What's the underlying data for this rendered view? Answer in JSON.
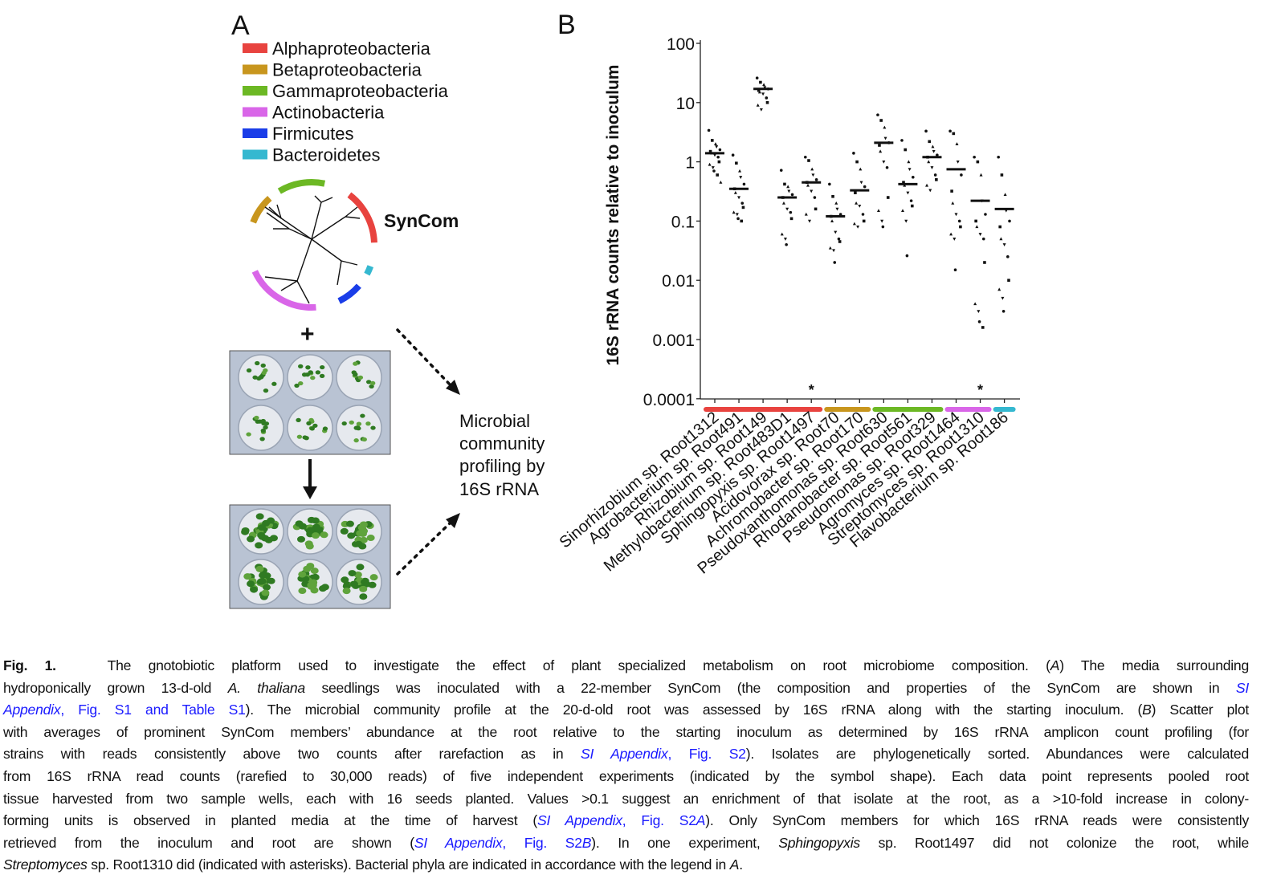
{
  "panel_a": {
    "label": "A",
    "legend": [
      {
        "name": "Alphaproteobacteria",
        "color": "#e8433f"
      },
      {
        "name": "Betaproteobacteria",
        "color": "#c8961e"
      },
      {
        "name": "Gammaproteobacteria",
        "color": "#6cb824"
      },
      {
        "name": "Actinobacteria",
        "color": "#d966e8"
      },
      {
        "name": "Firmicutes",
        "color": "#1a3de8"
      },
      {
        "name": "Bacteroidetes",
        "color": "#35b8d0"
      }
    ],
    "syncom_label": "SynCom",
    "plus": "+",
    "profiling_text": [
      "Microbial",
      "community",
      "profiling by",
      "16S rRNA"
    ]
  },
  "chart_data": {
    "type": "scatter",
    "panel_label": "B",
    "ylabel": "16S rRNA counts relative to inoculum",
    "yscale": "log",
    "ylim": [
      0.0001,
      100
    ],
    "yticks": [
      "100",
      "10",
      "1",
      "0.1",
      "0.01",
      "0.001",
      "0.0001"
    ],
    "ytick_values": [
      100,
      10,
      1,
      0.1,
      0.01,
      0.001,
      0.0001
    ],
    "categories": [
      "Sinorhizobium sp. Root1312",
      "Agrobacterium sp. Root491",
      "Rhizobium sp. Root149",
      "Methylobacterium sp. Root483D1",
      "Sphingopyxis sp. Root1497",
      "Acidovorax sp. Root70",
      "Achromobacter sp. Root170",
      "Pseudoxanthomonas sp. Root630",
      "Rhodanobacter sp. Root561",
      "Pseudomonas sp. Root329",
      "Agromyces sp. Root1464",
      "Streptomyces sp. Root1310",
      "Flavobacterium sp. Root186"
    ],
    "phylum": [
      "Alphaproteobacteria",
      "Alphaproteobacteria",
      "Alphaproteobacteria",
      "Alphaproteobacteria",
      "Alphaproteobacteria",
      "Betaproteobacteria",
      "Betaproteobacteria",
      "Gammaproteobacteria",
      "Gammaproteobacteria",
      "Gammaproteobacteria",
      "Actinobacteria",
      "Actinobacteria",
      "Bacteroidetes"
    ],
    "averages": [
      1.4,
      0.35,
      17,
      0.25,
      0.45,
      0.12,
      0.33,
      2.1,
      0.42,
      1.2,
      0.75,
      0.22,
      0.16
    ],
    "asterisk": [
      "",
      "",
      "",
      "",
      "*",
      "",
      "",
      "",
      "",
      "",
      "",
      "*",
      ""
    ],
    "points": [
      [
        3.4,
        2.3,
        2.0,
        1.8,
        1.6,
        1.5,
        1.4,
        1.3,
        1.2,
        1.0,
        0.9,
        0.8,
        0.7,
        0.6,
        0.45
      ],
      [
        1.3,
        0.95,
        0.7,
        0.55,
        0.42,
        0.35,
        0.3,
        0.25,
        0.2,
        0.17,
        0.14,
        0.13,
        0.11,
        0.1
      ],
      [
        26,
        22,
        20,
        18,
        17,
        16,
        15,
        14,
        12,
        10,
        9,
        7.6
      ],
      [
        0.72,
        0.42,
        0.38,
        0.32,
        0.28,
        0.25,
        0.2,
        0.16,
        0.14,
        0.11,
        0.06,
        0.05,
        0.04
      ],
      [
        1.2,
        1.05,
        0.75,
        0.6,
        0.5,
        0.45,
        0.4,
        0.32,
        0.25,
        0.16,
        0.13,
        0.1
      ],
      [
        0.42,
        0.26,
        0.2,
        0.16,
        0.13,
        0.12,
        0.1,
        0.065,
        0.05,
        0.045,
        0.035,
        0.032,
        0.02
      ],
      [
        1.4,
        1.0,
        0.75,
        0.45,
        0.38,
        0.3,
        0.2,
        0.18,
        0.13,
        0.1,
        0.09,
        0.08
      ],
      [
        6.2,
        5.0,
        3.8,
        2.5,
        2.1,
        1.9,
        1.5,
        1.0,
        0.8,
        0.25,
        0.15,
        0.1,
        0.08
      ],
      [
        2.3,
        1.6,
        1.0,
        0.75,
        0.55,
        0.45,
        0.4,
        0.3,
        0.22,
        0.18,
        0.15,
        0.1,
        0.026
      ],
      [
        3.3,
        2.2,
        1.8,
        1.5,
        1.3,
        1.2,
        1.0,
        0.8,
        0.6,
        0.5,
        0.4,
        0.33
      ],
      [
        3.3,
        3.0,
        2.0,
        1.0,
        0.6,
        0.32,
        0.2,
        0.13,
        0.1,
        0.08,
        0.06,
        0.05,
        0.015
      ],
      [
        1.2,
        1.0,
        0.6,
        0.22,
        0.13,
        0.1,
        0.08,
        0.06,
        0.05,
        0.02,
        0.004,
        0.003,
        0.002,
        0.0016
      ],
      [
        1.2,
        0.6,
        0.28,
        0.15,
        0.1,
        0.08,
        0.05,
        0.04,
        0.025,
        0.01,
        0.007,
        0.005,
        0.003
      ]
    ],
    "grid": false
  },
  "caption": [
    [
      {
        "t": "Fig. 1.",
        "s": "b"
      },
      {
        "t": "   The gnotobiotic platform used to investigate the effect of plant specialized metabolism on root microbiome composition. (",
        "s": ""
      },
      {
        "t": "A",
        "s": "i"
      },
      {
        "t": ") The media surrounding",
        "s": ""
      }
    ],
    [
      {
        "t": "hydroponically grown 13-d-old ",
        "s": ""
      },
      {
        "t": "A. thaliana",
        "s": "i"
      },
      {
        "t": " seedlings was inoculated with a 22-member SynCom (the composition and properties of the SynCom are shown in ",
        "s": ""
      },
      {
        "t": "SI",
        "s": "li"
      }
    ],
    [
      {
        "t": "Appendix",
        "s": "li"
      },
      {
        "t": ", Fig. S1 and Table S1",
        "s": "l"
      },
      {
        "t": "). The microbial community profile at the 20-d-old root was assessed by 16S rRNA along with the starting inoculum. (",
        "s": ""
      },
      {
        "t": "B",
        "s": "i"
      },
      {
        "t": ") Scatter plot",
        "s": ""
      }
    ],
    [
      {
        "t": "with averages of prominent SynCom members’ abundance at the root relative to the starting inoculum as determined by 16S rRNA amplicon count profiling (for",
        "s": ""
      }
    ],
    [
      {
        "t": "strains with reads consistently above two counts after rarefaction as in ",
        "s": ""
      },
      {
        "t": "SI Appendix",
        "s": "li"
      },
      {
        "t": ", Fig. S2",
        "s": "l"
      },
      {
        "t": "). Isolates are phylogenetically sorted. Abundances were calculated",
        "s": ""
      }
    ],
    [
      {
        "t": "from 16S rRNA read counts (rarefied to 30,000 reads) of five independent experiments (indicated by the symbol shape). Each data point represents pooled root",
        "s": ""
      }
    ],
    [
      {
        "t": "tissue harvested from two sample wells, each with 16 seeds planted. Values >0.1 suggest an enrichment of that isolate at the root, as a >10-fold increase in colony-",
        "s": ""
      }
    ],
    [
      {
        "t": "forming units is observed in planted media at the time of harvest (",
        "s": ""
      },
      {
        "t": "SI Appendix",
        "s": "li"
      },
      {
        "t": ", Fig. S2",
        "s": "l"
      },
      {
        "t": "A",
        "s": "li"
      },
      {
        "t": "). Only SynCom members for which 16S rRNA reads were consistently",
        "s": ""
      }
    ],
    [
      {
        "t": "retrieved from the inoculum and root are shown (",
        "s": ""
      },
      {
        "t": "SI Appendix",
        "s": "li"
      },
      {
        "t": ", Fig. S2",
        "s": "l"
      },
      {
        "t": "B",
        "s": "li"
      },
      {
        "t": "). In one experiment, ",
        "s": ""
      },
      {
        "t": "Sphingopyxis",
        "s": "i"
      },
      {
        "t": " sp. Root1497 did not colonize the root, while",
        "s": ""
      }
    ],
    [
      {
        "t": "Streptomyces",
        "s": "i"
      },
      {
        "t": " sp. Root1310 did (indicated with asterisks). Bacterial phyla are indicated in accordance with the legend in ",
        "s": ""
      },
      {
        "t": "A",
        "s": "i"
      },
      {
        "t": ".",
        "s": ""
      }
    ]
  ]
}
